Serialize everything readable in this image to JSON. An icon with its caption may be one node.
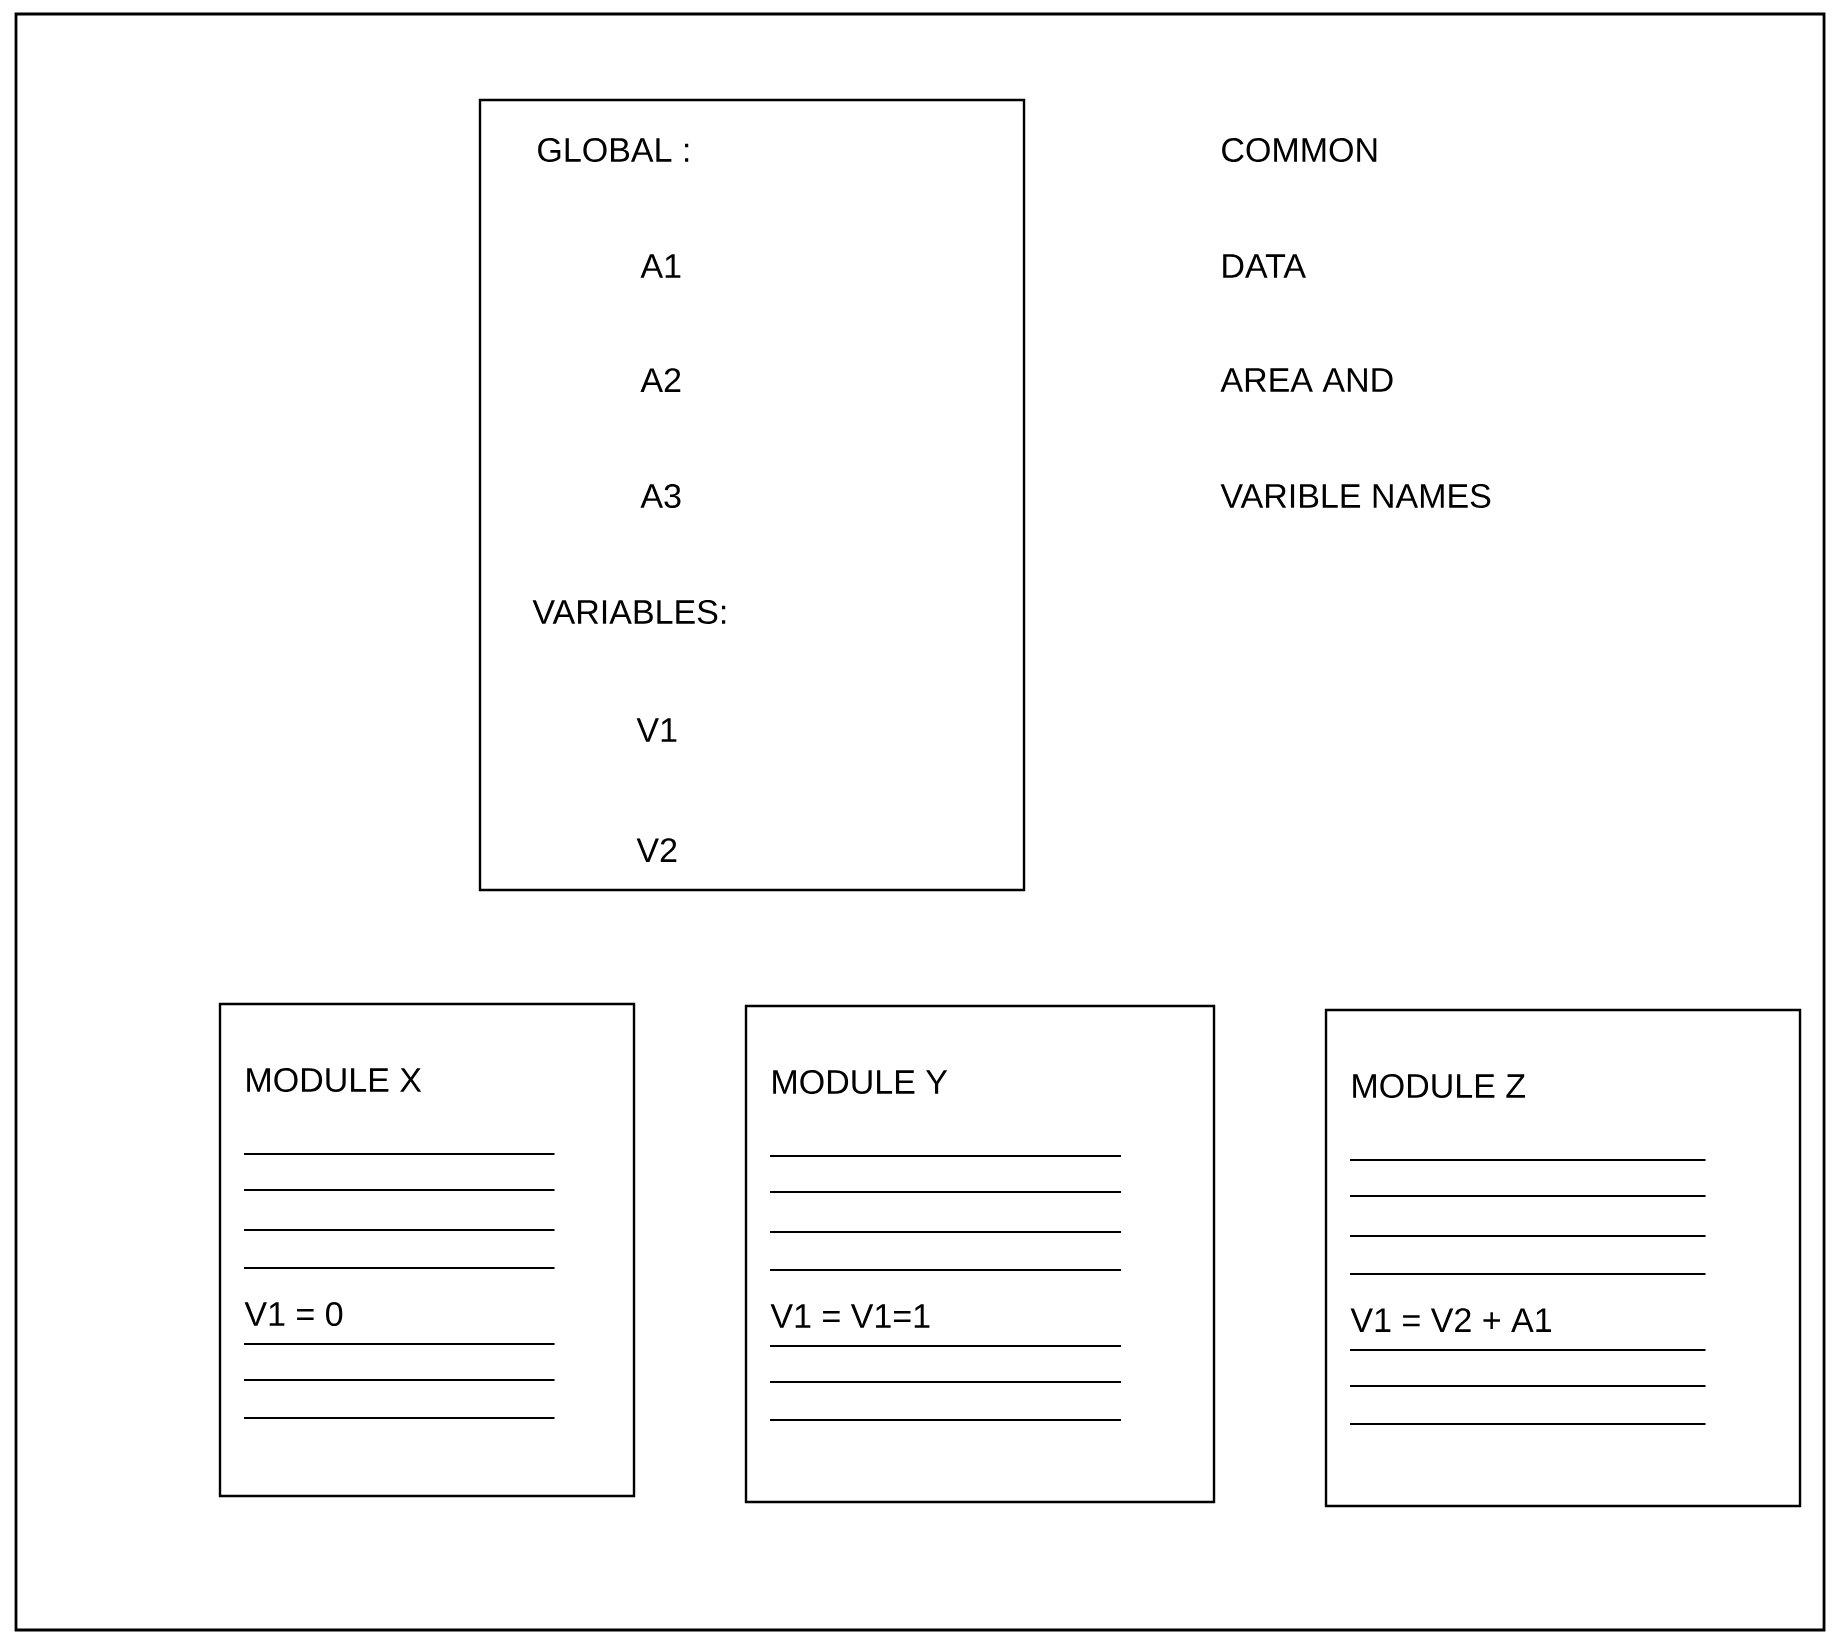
{
  "diagram": {
    "nodes": [
      {
        "text": [
          "GLOBAL :",
          "A1",
          "A2",
          "A3",
          "VARIABLES:",
          "V1",
          "V2"
        ]
      },
      {
        "text": [
          "MODULE X",
          "V1 = 0"
        ]
      },
      {
        "text": [
          "MODULE Y",
          "V1 = V1=1"
        ]
      },
      {
        "text": [
          "MODULE Z",
          "V1 = V2 + A1"
        ]
      }
    ],
    "labels": [
      "COMMON",
      "DATA",
      "AREA AND",
      "VARIBLE NAMES"
    ]
  }
}
